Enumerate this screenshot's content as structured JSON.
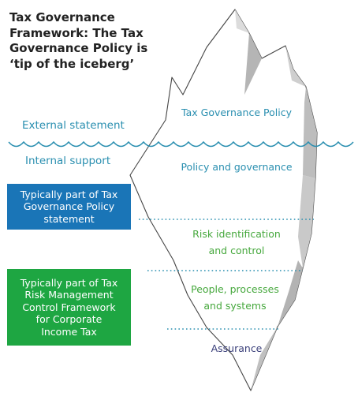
{
  "title_lines": [
    "Tax Governance",
    "Framework: The Tax",
    "Governance Policy is",
    "‘tip of the iceberg’"
  ],
  "waterline": {
    "above_label": "External statement",
    "below_label": "Internal support"
  },
  "boxes": {
    "blue": {
      "lines": [
        "Typically part of Tax",
        "Governance Policy",
        "statement"
      ],
      "color": "#1a75b7"
    },
    "green": {
      "lines": [
        "Typically part of Tax",
        "Risk Management",
        "Control Framework",
        "for Corporate",
        "Income Tax"
      ],
      "color": "#1ea642"
    }
  },
  "iceberg_layers": {
    "tax_policy": "Tax Governance Policy",
    "policy_governance": "Policy and governance",
    "risk": [
      "Risk identification",
      "and control"
    ],
    "people": [
      "People, processes",
      "and systems"
    ],
    "assurance": "Assurance"
  },
  "colors": {
    "teal": "#2a8fb0",
    "green": "#46a83d",
    "navy": "#3a3f7a",
    "ice_shadow": "#b9b9b9",
    "ice_light": "#dedede"
  }
}
